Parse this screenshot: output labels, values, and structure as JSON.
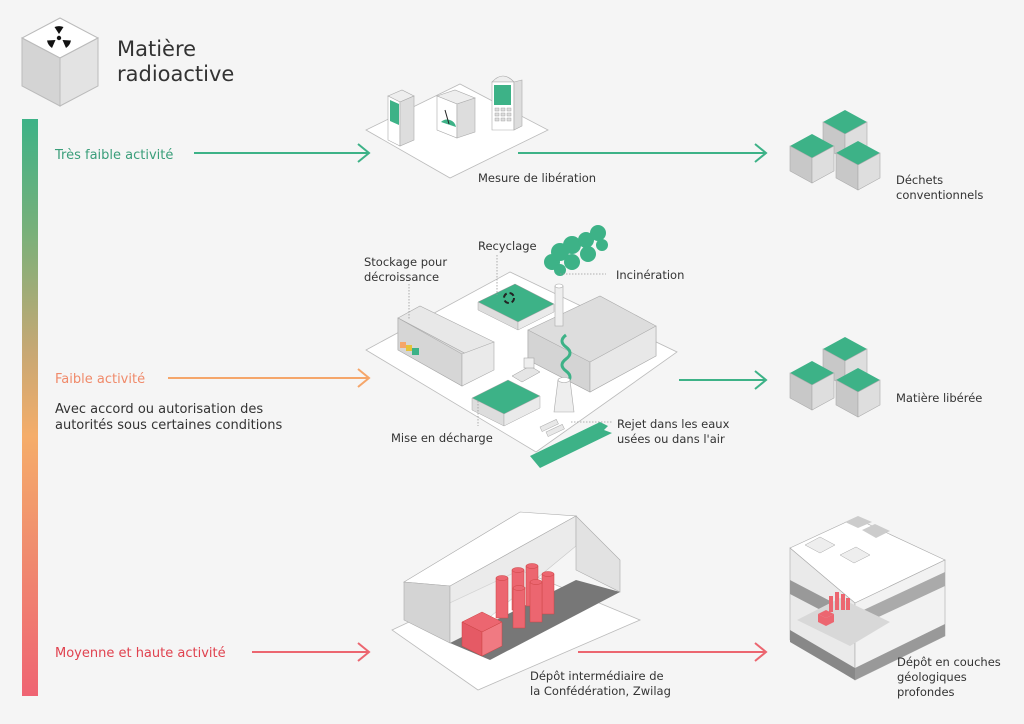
{
  "title": {
    "line1": "Matière",
    "line2": "radioactive",
    "icon": "radioactive-cube-icon"
  },
  "gradient_bar": {
    "colors": [
      "#3db287",
      "#f5ad6a",
      "#ef6473"
    ]
  },
  "levels": [
    {
      "label": "Très faible activité",
      "color": "#3a9e7a",
      "arrow_color": "#3db287"
    },
    {
      "label": "Faible activité",
      "color": "#f08a6a",
      "arrow_color": "#f5a66a",
      "description_line1": "Avec accord ou autorisation des",
      "description_line2": "autorités sous certaines conditions"
    },
    {
      "label": "Moyenne et haute activité",
      "color": "#e0424f",
      "arrow_color": "#ec6670"
    }
  ],
  "stages": {
    "mesure": {
      "label": "Mesure de libération"
    },
    "dechets": {
      "line1": "Déchets",
      "line2": "conventionnels"
    },
    "stockage": {
      "line1": "Stockage pour",
      "line2": "décroissance"
    },
    "recyclage": {
      "label": "Recyclage"
    },
    "incineration": {
      "label": "Incinération"
    },
    "decharge": {
      "label": "Mise en décharge"
    },
    "rejet": {
      "line1": "Rejet dans les eaux",
      "line2": "usées ou dans l'air"
    },
    "matiere_liberee": {
      "label": "Matière libérée"
    },
    "zwilag": {
      "line1": "Dépôt intermédiaire de",
      "line2": "la Confédération, Zwilag"
    },
    "geologique": {
      "line1": "Dépôt en couches",
      "line2": "géologiques",
      "line3": "profondes"
    }
  },
  "colors": {
    "green": "#3db287",
    "red": "#ec6670",
    "orange": "#f5a66a",
    "yellow": "#e6c33a"
  }
}
